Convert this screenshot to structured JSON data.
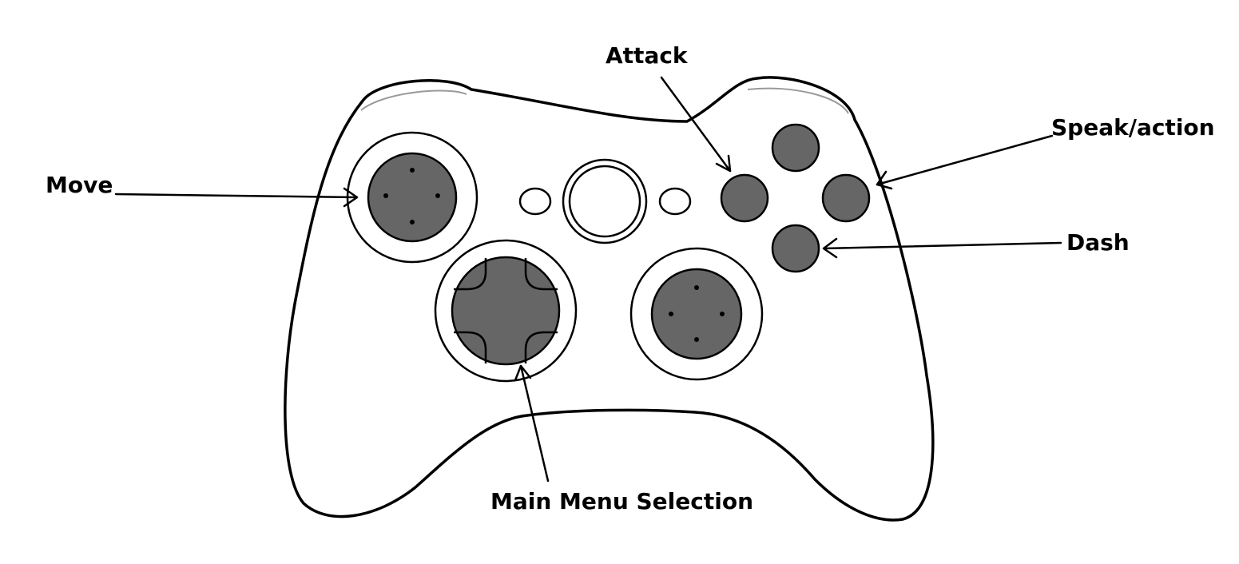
{
  "labels": {
    "attack": "Attack",
    "speak_action": "Speak/action",
    "move": "Move",
    "dash": "Dash",
    "main_menu_selection": "Main Menu Selection"
  },
  "colors": {
    "outline": "#000000",
    "body_fill": "#ffffff",
    "button_fill": "#666666",
    "arrow": "#000000"
  }
}
